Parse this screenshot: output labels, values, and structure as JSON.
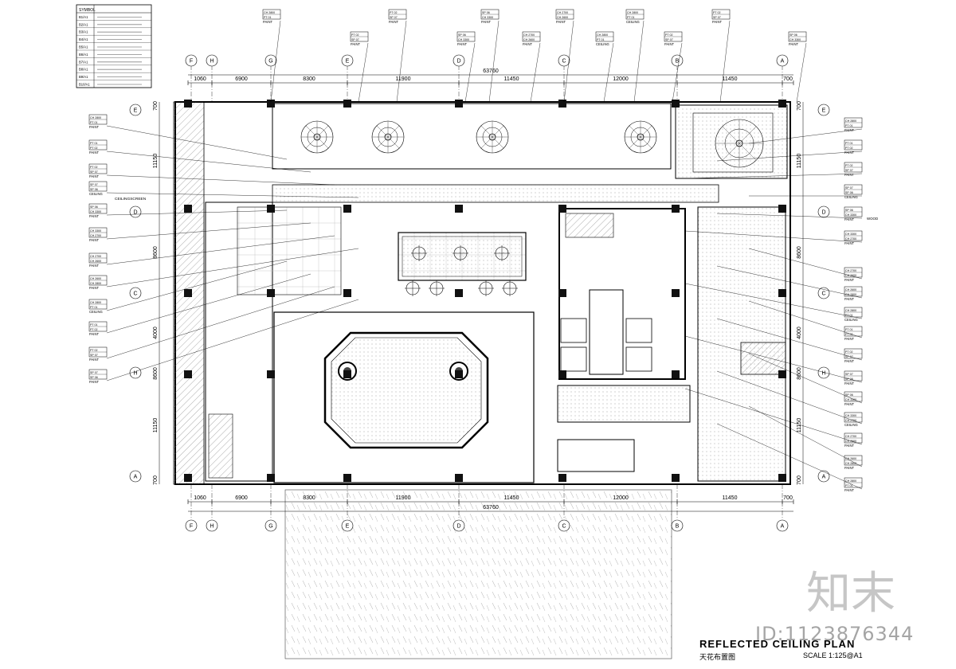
{
  "title": "REFLECTED CEILING PLAN",
  "subtitle": "天花布置图",
  "scale": "SCALE 1:125@A1",
  "watermark": {
    "brand": "知末",
    "id": "ID:1123876344"
  },
  "dimensions": {
    "top_segments": [
      "1060",
      "6900",
      "8300",
      "11900",
      "11450",
      "12000",
      "11450",
      "700"
    ],
    "overall": "63760",
    "left_segments": [
      "700",
      "11150",
      "8600",
      "4000",
      "8600",
      "11150",
      "700"
    ],
    "right_segments": [
      "700",
      "11150",
      "8600",
      "4000",
      "8600",
      "11150",
      "700"
    ]
  },
  "grid_columns": [
    "F",
    "H",
    "G",
    "E",
    "D",
    "C",
    "B",
    "A"
  ],
  "grid_rows": [
    "E",
    "D",
    "C",
    "H",
    "A"
  ],
  "tag_labels": {
    "paint": "PAINT",
    "ceiling": "CEILING",
    "wood": "WOOD",
    "ceiling_screen": "CEILINGSCREEN",
    "codes": [
      "CH 2800",
      "PT 01",
      "PT 02",
      "SP 07",
      "SP 06",
      "CH 3300",
      "CH 2700",
      "CH 2600"
    ]
  },
  "legend": {
    "header": "SYMBOL",
    "rows": [
      "B1/A1",
      "B2/A1",
      "B3/A1",
      "B4/A1",
      "B5/A1",
      "B6/A1",
      "B7/A1",
      "B8/A1",
      "B9/A1",
      "B10/A1"
    ]
  },
  "colors": {
    "line": "#000000",
    "hatch": "#555555",
    "pattern": "#9a9a9a"
  }
}
